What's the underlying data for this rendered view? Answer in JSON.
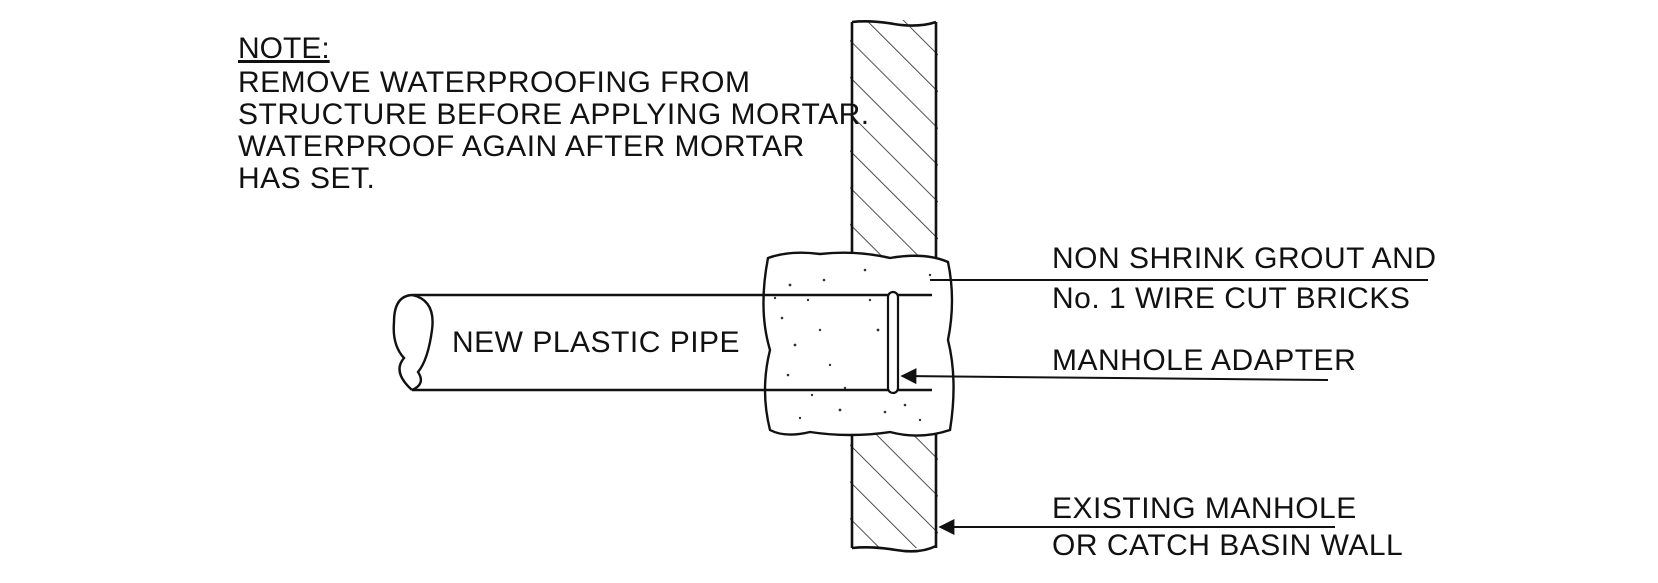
{
  "note": {
    "heading": "NOTE:",
    "lines": [
      "REMOVE WATERPROOFING FROM",
      "STRUCTURE BEFORE APPLYING MORTAR.",
      "WATERPROOF AGAIN AFTER MORTAR",
      "HAS SET."
    ]
  },
  "labels": {
    "pipe": "NEW PLASTIC PIPE",
    "grout_line1": "NON SHRINK GROUT AND",
    "grout_line2": "No. 1 WIRE CUT BRICKS",
    "adapter": "MANHOLE ADAPTER",
    "wall_line1": "EXISTING MANHOLE",
    "wall_line2": "OR CATCH BASIN WALL"
  },
  "colors": {
    "ink": "#111111",
    "background": "#ffffff"
  }
}
